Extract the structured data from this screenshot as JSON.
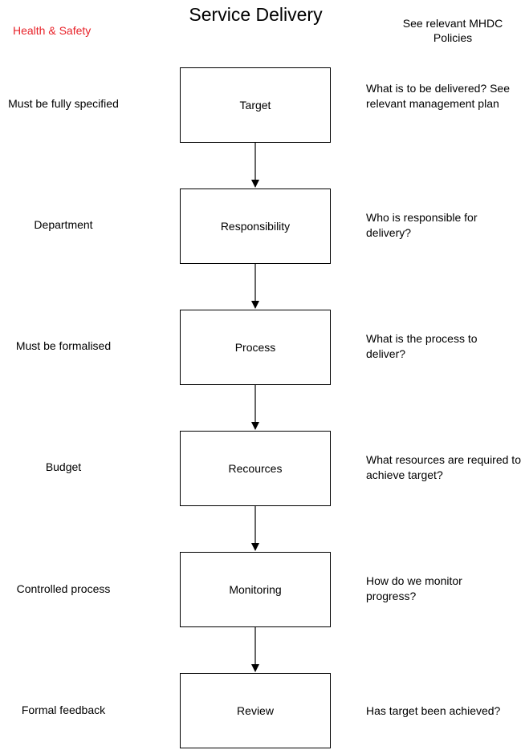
{
  "title": "Service Delivery",
  "header_left": "Health & Safety",
  "header_right": "See relevant MHDC Policies",
  "colors": {
    "header_left": "#e8232a",
    "stroke": "#000000"
  },
  "steps": [
    {
      "label": "Target",
      "left_note": "Must be fully specified",
      "right_note": "What is to be delivered? See relevant management plan"
    },
    {
      "label": "Responsibility",
      "left_note": "Department",
      "right_note": "Who is responsible for delivery?"
    },
    {
      "label": "Process",
      "left_note": "Must be formalised",
      "right_note": "What is the process to deliver?"
    },
    {
      "label": "Recources",
      "left_note": "Budget",
      "right_note": "What resources are required to achieve target?"
    },
    {
      "label": "Monitoring",
      "left_note": "Controlled process",
      "right_note": "How do we monitor progress?"
    },
    {
      "label": "Review",
      "left_note": "Formal feedback",
      "right_note": "Has target been achieved?"
    }
  ]
}
